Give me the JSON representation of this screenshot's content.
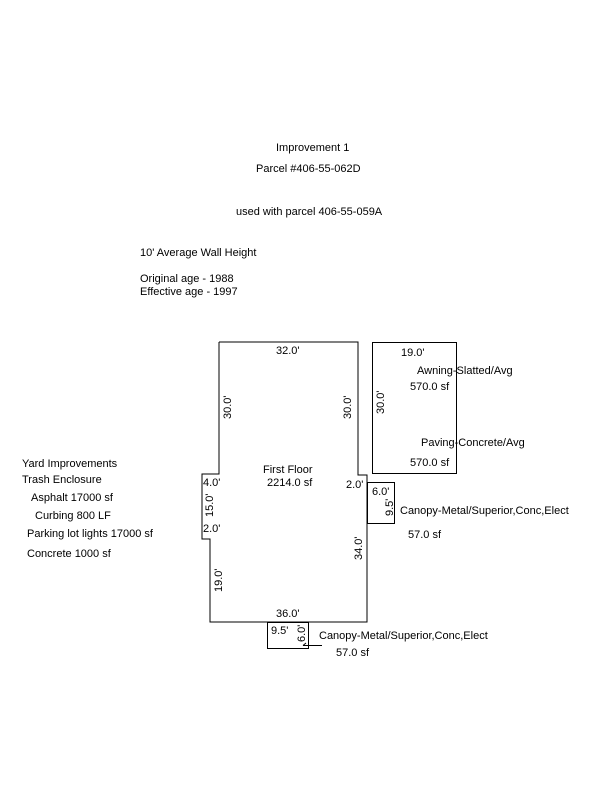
{
  "header": {
    "improvement": "Improvement 1",
    "parcel": "Parcel #406-55-062D",
    "used_with": "used with parcel 406-55-059A"
  },
  "info": {
    "wall_height": "10' Average Wall Height",
    "original_age": "Original age - 1988",
    "effective_age": "Effective age - 1997"
  },
  "yard": {
    "title": "Yard Improvements",
    "items": [
      "Trash Enclosure",
      "Asphalt  17000 sf",
      "Curbing  800 LF",
      "Parking lot lights  17000 sf",
      "Concrete  1000 sf"
    ]
  },
  "first_floor": {
    "label": "First Floor",
    "area": "2214.0 sf",
    "dims": {
      "top": "32.0'",
      "left_upper": "30.0'",
      "right_upper": "30.0'",
      "left_jog_top": "4.0'",
      "left_jog_side": "15.0'",
      "left_jog_bottom": "2.0'",
      "left_lower": "19.0'",
      "right_jog": "2.0'",
      "right_lower": "34.0'",
      "bottom": "36.0'"
    }
  },
  "awning": {
    "width": "19.0'",
    "height": "30.0'",
    "label1": "Awning-Slatted/Avg",
    "area1": "570.0 sf",
    "label2": "Paving-Concrete/Avg",
    "area2": "570.0 sf"
  },
  "canopy_right": {
    "width": "6.0'",
    "height": "9.5'",
    "label": "Canopy-Metal/Superior,Conc,Elect",
    "area": "57.0 sf"
  },
  "canopy_bottom": {
    "width": "9.5'",
    "height": "6.0'",
    "label": "Canopy-Metal/Superior,Conc,Elect",
    "area": "57.0 sf"
  }
}
